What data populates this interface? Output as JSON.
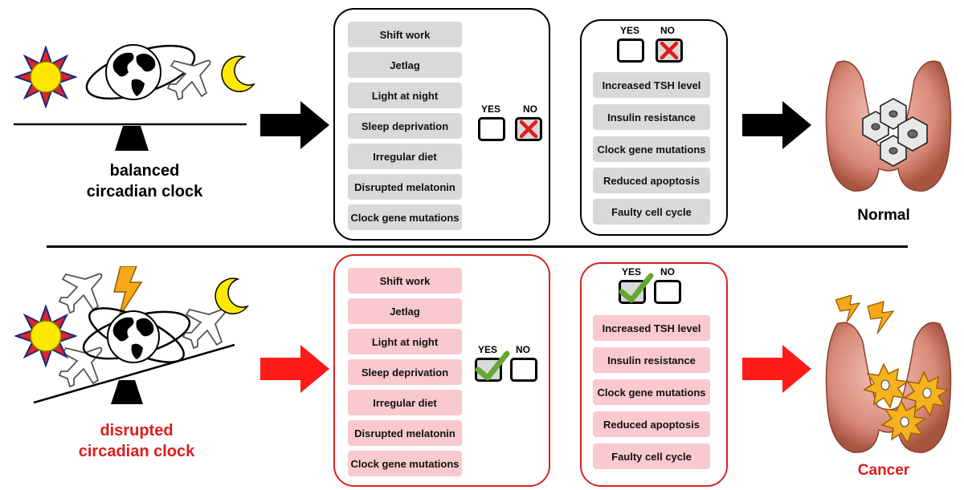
{
  "top": {
    "caption_line1": "balanced",
    "caption_line2": "circadian clock",
    "factors": [
      "Shift work",
      "Jetlag",
      "Light at night",
      "Sleep deprivation",
      "Irregular diet",
      "Disrupted melatonin",
      "Clock gene mutations"
    ],
    "check_yes": "YES",
    "check_no": "NO",
    "effects": [
      "Increased TSH level",
      "Insulin resistance",
      "Clock gene mutations",
      "Reduced apoptosis",
      "Faulty cell cycle"
    ],
    "effect_yes": "YES",
    "effect_no": "NO",
    "outcome": "Normal",
    "selected": "NO",
    "accent": "#000000"
  },
  "bottom": {
    "caption_line1": "disrupted",
    "caption_line2": "circadian clock",
    "factors": [
      "Shift work",
      "Jetlag",
      "Light at night",
      "Sleep deprivation",
      "Irregular diet",
      "Disrupted melatonin",
      "Clock gene mutations"
    ],
    "check_yes": "YES",
    "check_no": "NO",
    "effects": [
      "Increased TSH level",
      "Insulin resistance",
      "Clock gene mutations",
      "Reduced apoptosis",
      "Faulty cell cycle"
    ],
    "effect_yes": "YES",
    "effect_no": "NO",
    "outcome": "Cancer",
    "selected": "YES",
    "accent": "#e02020"
  },
  "icons": [
    "sun-icon",
    "earth-globe-icon",
    "airplane-icon",
    "crescent-moon-icon",
    "lightning-icon",
    "balance-scale-icon",
    "thyroid-gland-icon",
    "normal-cell-icon",
    "cancer-cell-icon",
    "arrow-right-icon",
    "red-x-icon",
    "green-checkmark-icon"
  ]
}
